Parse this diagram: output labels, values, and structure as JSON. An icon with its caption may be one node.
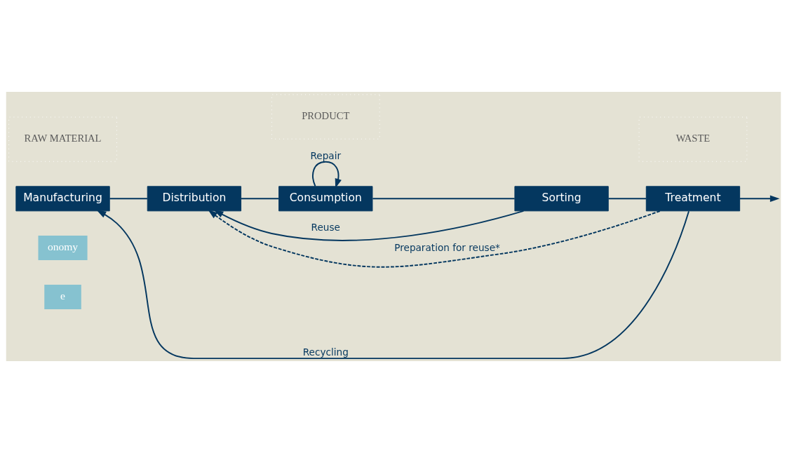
{
  "diagram": {
    "nodes": [
      {
        "text": [
          "Manufacturing"
        ]
      },
      {
        "text": [
          "Distribution"
        ]
      },
      {
        "text": [
          "Consumption"
        ]
      },
      {
        "text": [
          "Sorting"
        ]
      },
      {
        "text": [
          "Treatment"
        ]
      },
      {
        "text": [
          "RAW MATERIAL"
        ]
      },
      {
        "text": [
          "PRODUCT"
        ]
      },
      {
        "text": [
          "WASTE"
        ]
      }
    ],
    "edges": [
      {
        "from": 0,
        "to": 1,
        "arrow": "none"
      },
      {
        "from": 1,
        "to": 2,
        "arrow": "none"
      },
      {
        "from": 2,
        "to": 3,
        "arrow": "none"
      },
      {
        "from": 3,
        "to": 4,
        "arrow": "none"
      },
      {
        "from": 4,
        "to": null,
        "arrow": "to"
      },
      {
        "from": 4,
        "to": 0,
        "arrow": "to",
        "label": "Recycling"
      },
      {
        "from": 3,
        "to": 1,
        "arrow": "to",
        "label": "Reuse"
      },
      {
        "from": 2,
        "to": 2,
        "arrow": "to",
        "label": "Repair"
      },
      {
        "from": 4,
        "to": 1,
        "arrow": "to",
        "label": "Preparation for reuse*",
        "style": "dashed"
      }
    ],
    "labels": [
      "e",
      "onomy"
    ]
  }
}
